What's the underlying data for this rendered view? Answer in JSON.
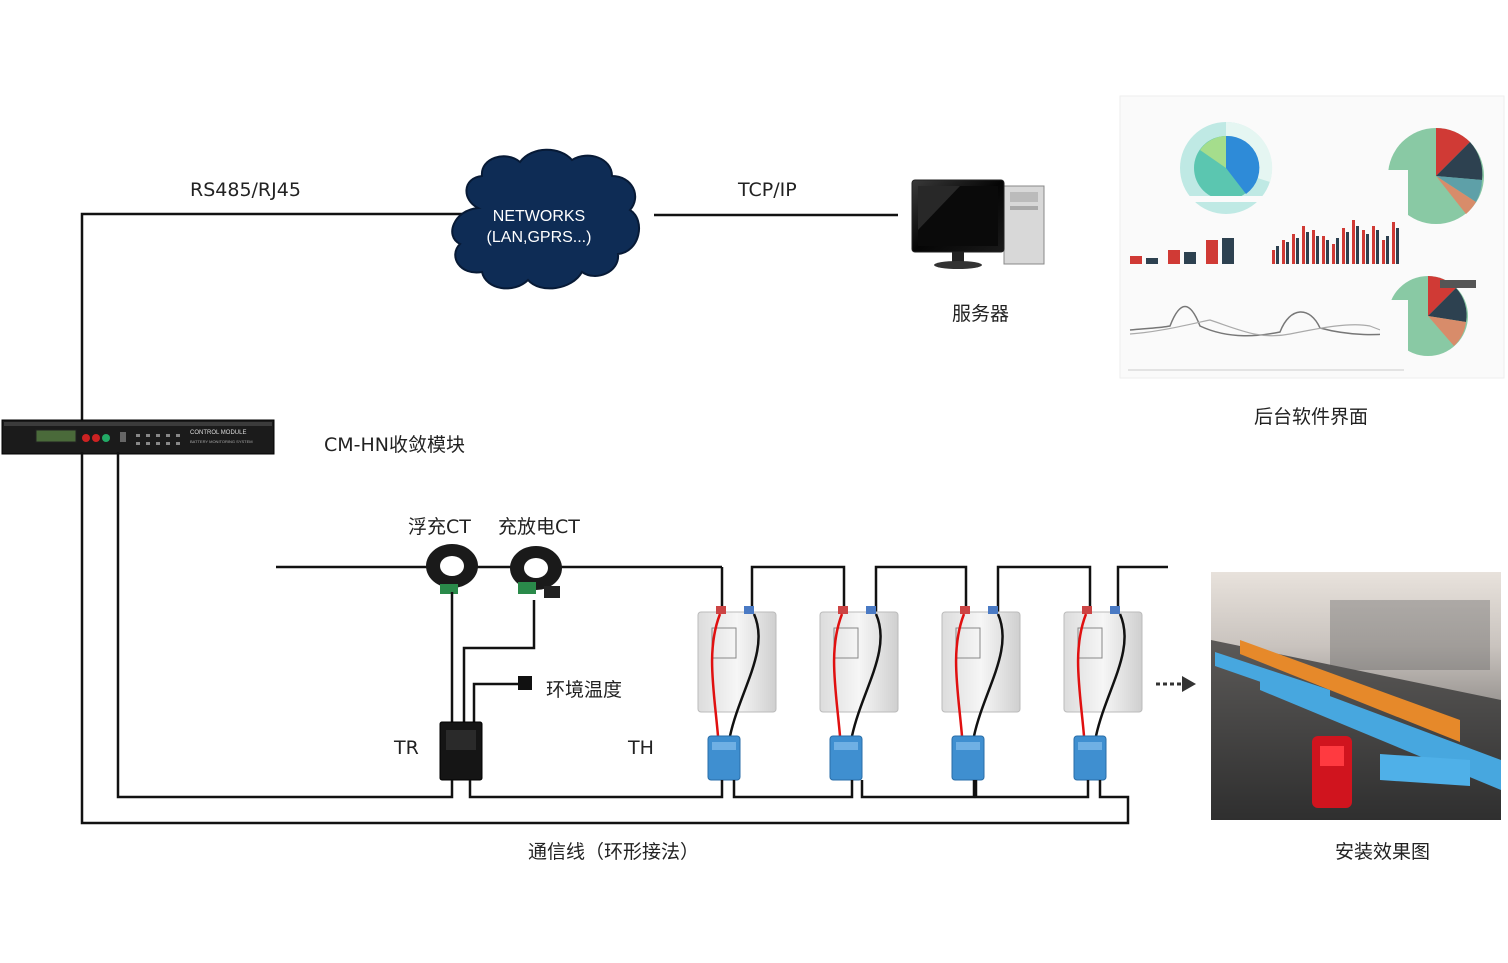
{
  "links": {
    "rs485": "RS485/RJ45",
    "tcpip": "TCP/IP",
    "comm_line": "通信线（环形接法）"
  },
  "cloud": {
    "line1": "NETWORKS",
    "line2": "(LAN,GPRS...)"
  },
  "devices": {
    "server": "服务器",
    "software": "后台软件界面",
    "module": "CM-HN收敛模块",
    "float_ct": "浮充CT",
    "charge_ct": "充放电CT",
    "env_temp": "环境温度",
    "tr": "TR",
    "th": "TH",
    "install_photo": "安装效果图"
  },
  "rack": {
    "brand_line1": "CONTROL MODULE",
    "brand_line2": "BATTERY MONITORING SYSTEM"
  },
  "colors": {
    "wire": "#111111",
    "cloud": "#0e2c55",
    "sensor_blue": "#3f8fd0",
    "red_lead": "#e01010"
  }
}
